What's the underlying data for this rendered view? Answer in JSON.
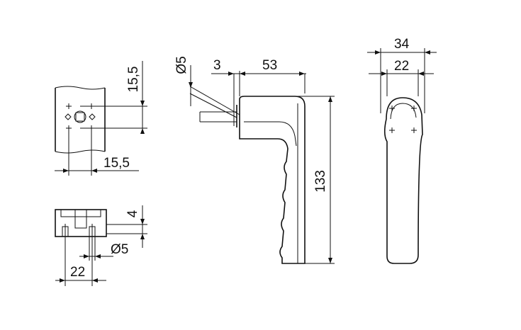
{
  "dimensions": {
    "square_to_top_height": "15,5",
    "square_offset_width": "15,5",
    "rose_thickness": "4",
    "rose_hole_diameter": "Ø5",
    "rose_hole_spacing": "22",
    "pin_diameter": "Ø5",
    "rose_gap": "3",
    "lever_projection": "53",
    "lever_height": "133",
    "handle_outer_width": "34",
    "handle_inner_width": "22"
  },
  "colors": {
    "line": "#111111",
    "background": "#ffffff"
  }
}
